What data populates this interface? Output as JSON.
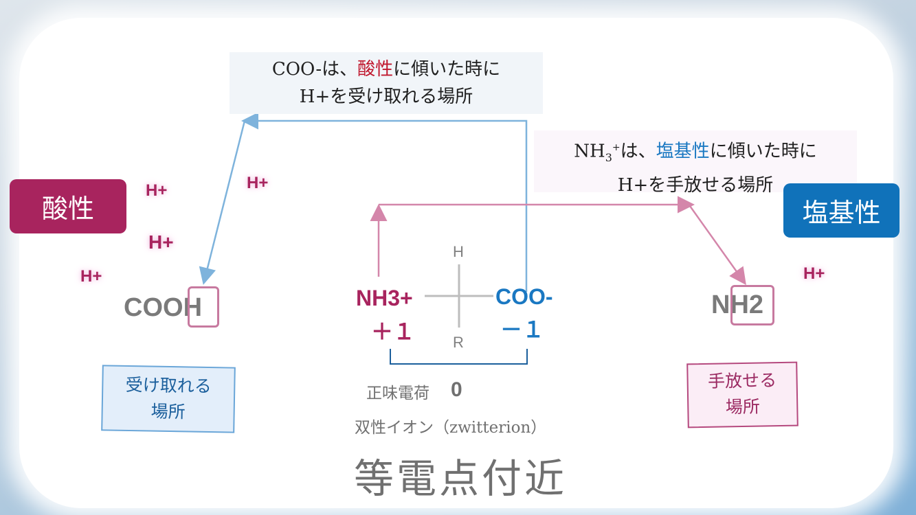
{
  "callouts": {
    "acid_site": {
      "line1_pre": "COO-は、",
      "line1_hl": "酸性",
      "line1_post": "に傾いた時に",
      "line2": "H+を受け取れる場所"
    },
    "base_site": {
      "line1_pre_a": "NH",
      "line1_sub": "3",
      "line1_sup": "+",
      "line1_pre_b": "は、",
      "line1_hl": "塩基性",
      "line1_post": "に傾いた時に",
      "line2": "H+を手放せる場所"
    }
  },
  "tags": {
    "acid": "酸性",
    "base": "塩基性"
  },
  "hplus": "H+",
  "left_group": {
    "prefix": "COO",
    "h": "H"
  },
  "right_group": {
    "prefix": "N",
    "h": "H2"
  },
  "center": {
    "amine": "NH3+",
    "carboxyl": "COO-",
    "top": "H",
    "bottom": "R",
    "amine_charge": "＋１",
    "carboxyl_charge": "－１"
  },
  "notes": {
    "accept_line1": "受け取れる",
    "accept_line2": "場所",
    "release_line1": "手放せる",
    "release_line2": "場所"
  },
  "net_charge_label": "正味電荷",
  "net_charge_value": "0",
  "zwitterion": "双性イオン（zwitterion）",
  "title": "等電点付近",
  "colors": {
    "acid": "#a8245e",
    "base": "#1072ba",
    "acid_text": "#c0182e",
    "base_text": "#1a78c2"
  }
}
